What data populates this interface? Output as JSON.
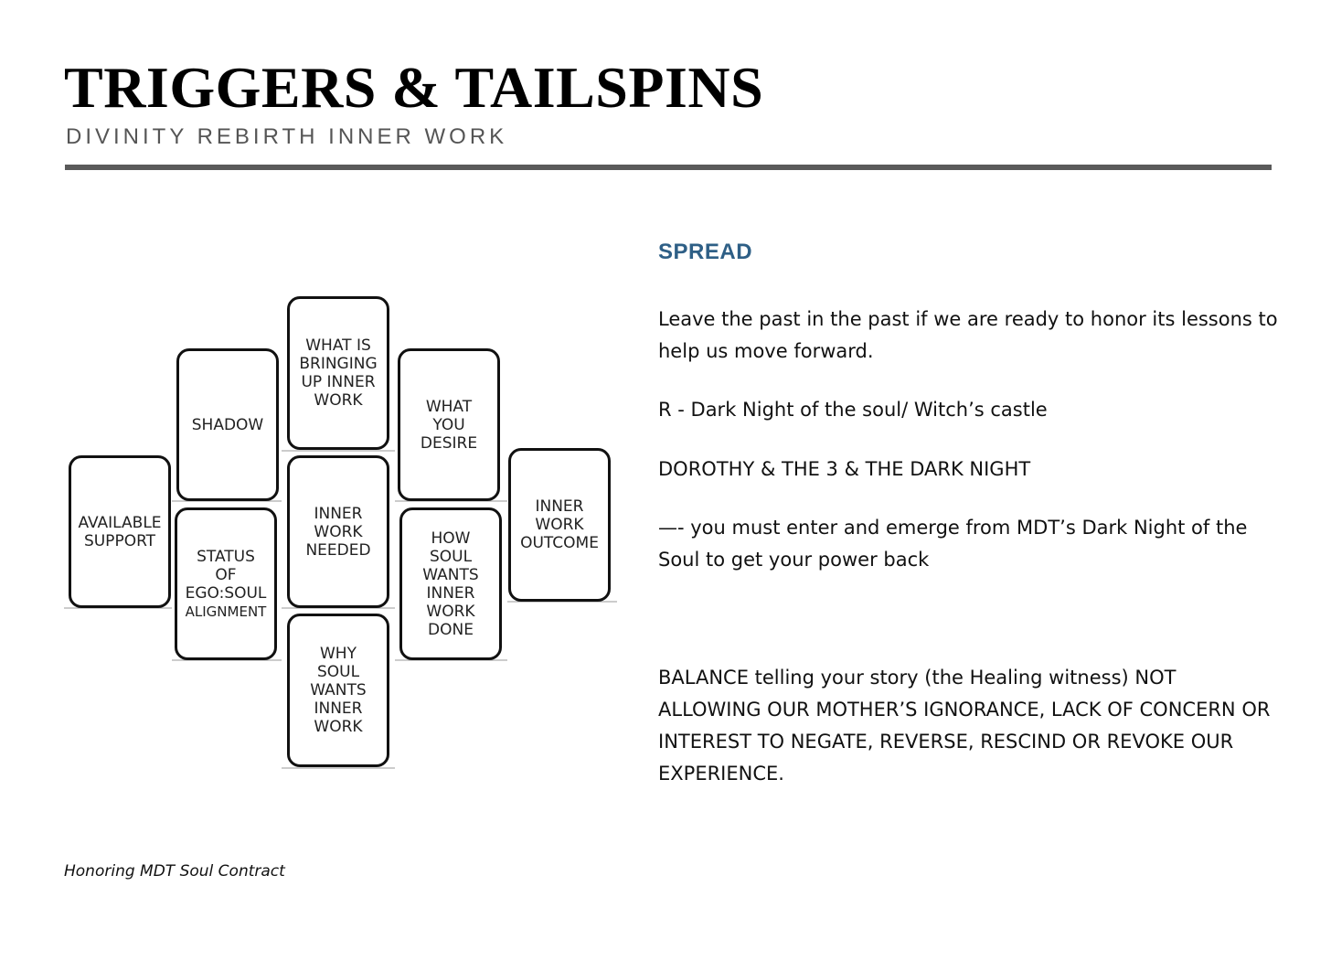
{
  "header": {
    "title": "TRIGGERS & TAILSPINS",
    "subtitle": "DIVINITY REBIRTH INNER WORK"
  },
  "spread_cards": {
    "available_support": "AVAILABLE SUPPORT",
    "shadow": "SHADOW",
    "status_ego_soul": [
      "STATUS",
      "OF",
      "EGO:SOUL",
      "ALIGNMENT"
    ],
    "what_is_bringing": "WHAT IS BRINGING UP INNER WORK",
    "inner_work_needed": "INNER WORK NEEDED",
    "why_soul_wants": "WHY SOUL WANTS INNER WORK",
    "what_you_desire": "WHAT YOU DESIRE",
    "how_soul_wants": "HOW SOUL WANTS INNER WORK DONE",
    "inner_work_outcome": "INNER WORK OUTCOME"
  },
  "content": {
    "heading": "SPREAD",
    "p1": "Leave the past in the past if we are ready to honor its lessons to help us move forward.",
    "p2": "R - Dark Night of the soul/ Witch’s castle",
    "p3": "DOROTHY & THE 3 & THE DARK NIGHT",
    "p4": "—- you must enter and emerge from MDT’s Dark Night of the Soul to get your power back",
    "p5": "BALANCE telling your story (the Healing witness) NOT ALLOWING OUR MOTHER’S IGNORANCE, LACK OF CONCERN OR INTEREST TO NEGATE, REVERSE, RESCIND OR REVOKE OUR EXPERIENCE."
  },
  "footer": {
    "caption": "Honoring MDT Soul Contract"
  }
}
